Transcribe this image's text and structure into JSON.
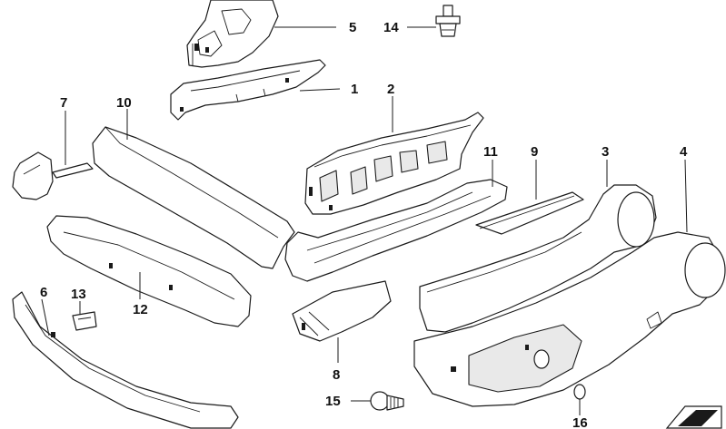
{
  "callouts": [
    "5",
    "14",
    "1",
    "2",
    "7",
    "10",
    "11",
    "9",
    "3",
    "4",
    "6",
    "13",
    "12",
    "8",
    "15",
    "16"
  ]
}
